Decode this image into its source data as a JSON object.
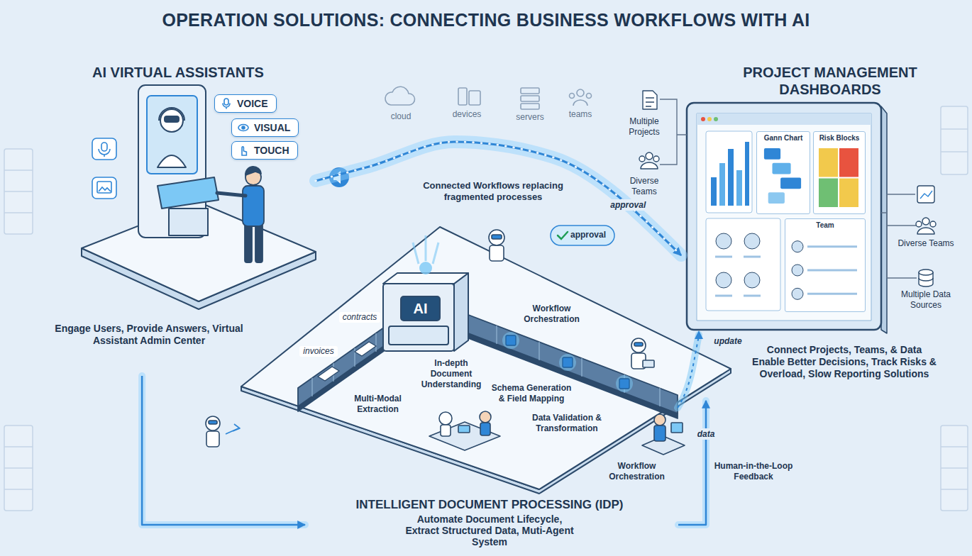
{
  "diagram": {
    "title": "OPERATION SOLUTIONS: CONNECTING BUSINESS WORKFLOWS WITH AI",
    "nodes": [
      {
        "text": [
          "AI VIRTUAL ASSISTANTS",
          "Engage Users, Provide Answers, Virtual Assistant Admin Center"
        ]
      },
      {
        "text": [
          "VOICE"
        ],
        "in": 0
      },
      {
        "text": [
          "VISUAL"
        ],
        "in": 0
      },
      {
        "text": [
          "TOUCH"
        ],
        "in": 0
      },
      {
        "text": [
          "PROJECT MANAGEMENT DASHBOARDS",
          "Connect Projects, Teams, & Data Enable Better Decisions, Track Risks & Overload, Slow Reporting Solutions"
        ]
      },
      {
        "text": [
          "Gann Chart"
        ],
        "in": 4
      },
      {
        "text": [
          "Risk Blocks"
        ],
        "in": 4
      },
      {
        "text": [
          "Team"
        ],
        "in": 4
      },
      {
        "text": [
          "INTELLIGENT DOCUMENT PROCESSING (IDP)",
          "Automate Document Lifecycle, Extract Structured Data, Muti-Agent System"
        ]
      }
    ],
    "edges": [
      {
        "from": 0,
        "to": 4,
        "arrow": "to",
        "label": "approval"
      },
      {
        "from": 8,
        "to": 4,
        "arrow": "to",
        "label": "data"
      },
      {
        "from": 0,
        "to": 8,
        "arrow": "to"
      }
    ],
    "labels": [
      "cloud",
      "devices",
      "servers",
      "teams",
      "Connected Workflows replacing fragmented processes",
      "approval",
      "update",
      "Multiple Projects",
      "Diverse Teams",
      "Diverse Teams",
      "Multiple Data Sources",
      "invoices",
      "contracts",
      "AI",
      "In-depth Document Understanding",
      "Schema Generation & Field Mapping",
      "Multi-Modal Extraction",
      "Data Validation & Transformation",
      "Workflow Orchestration",
      "Workflow Orchestration",
      "Human-in-the-Loop Feedback"
    ]
  }
}
